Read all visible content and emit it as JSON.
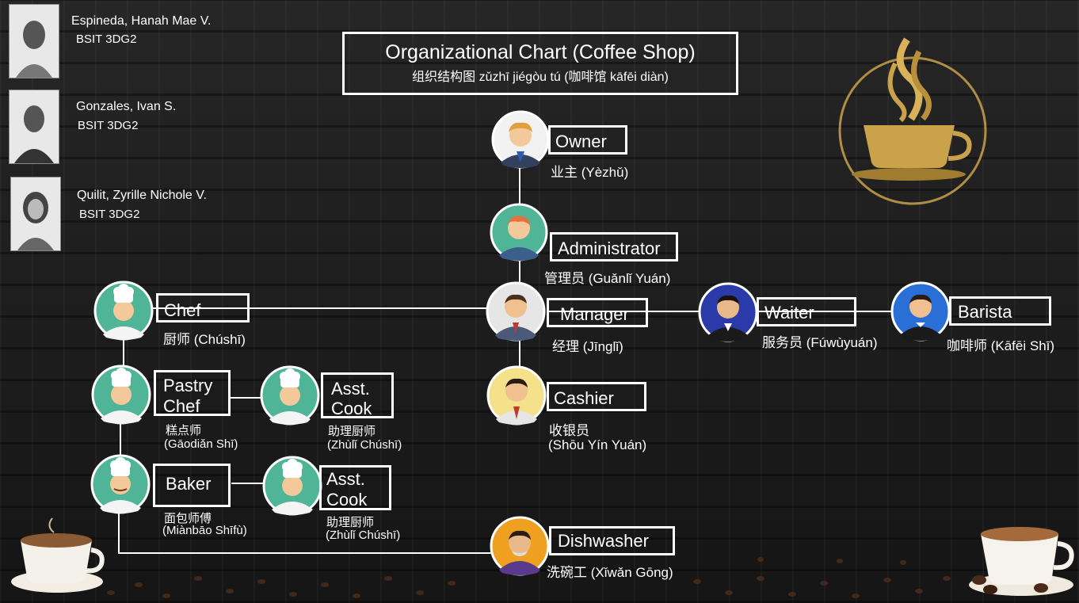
{
  "title": {
    "main": "Organizational Chart (Coffee Shop)",
    "sub": "组织结构图 zǔzhī jiégòu tú (咖啡馆 kāfēi diàn)"
  },
  "authors": [
    {
      "name": "Espineda, Hanah Mae V.",
      "class": "BSIT 3DG2"
    },
    {
      "name": "Gonzales, Ivan S.",
      "class": "BSIT 3DG2"
    },
    {
      "name": "Quilit, Zyrille Nichole V.",
      "class": "BSIT 3DG2"
    }
  ],
  "nodes": {
    "owner": {
      "label": "Owner",
      "sub": "业主 (Yèzhǔ)"
    },
    "administrator": {
      "label": "Administrator",
      "sub": "管理员 (Guǎnlǐ Yuán)"
    },
    "manager": {
      "label": "Manager",
      "sub": "经理 (Jīnglǐ)"
    },
    "cashier": {
      "label": "Cashier",
      "sub1": "收银员",
      "sub2": "(Shōu Yín Yuán)"
    },
    "chef": {
      "label": "Chef",
      "sub": "厨师 (Chúshī)"
    },
    "pastry_chef": {
      "label1": "Pastry",
      "label2": "Chef",
      "sub1": "糕点师",
      "sub2": "(Gāodiǎn Shī)"
    },
    "asst_cook_1": {
      "label1": "Asst.",
      "label2": "Cook",
      "sub1": "助理厨师",
      "sub2": "(Zhùlǐ Chúshī)"
    },
    "baker": {
      "label": "Baker",
      "sub1": "面包师傅",
      "sub2": "(Miànbāo Shīfù)"
    },
    "asst_cook_2": {
      "label1": "Asst.",
      "label2": "Cook",
      "sub1": "助理厨师",
      "sub2": "(Zhùlǐ Chúshī)"
    },
    "waiter": {
      "label": "Waiter",
      "sub": "服务员 (Fúwùyuán)"
    },
    "barista": {
      "label": "Barista",
      "sub": "咖啡师 (Kāfēi Shī)"
    },
    "dishwasher": {
      "label": "Dishwasher",
      "sub": "洗碗工 (Xǐwǎn Gōng)"
    }
  },
  "colors": {
    "background": "#1b1b1b",
    "line": "#ffffff",
    "chef_bg": "#4fb596",
    "gold": "#c9a24a"
  }
}
